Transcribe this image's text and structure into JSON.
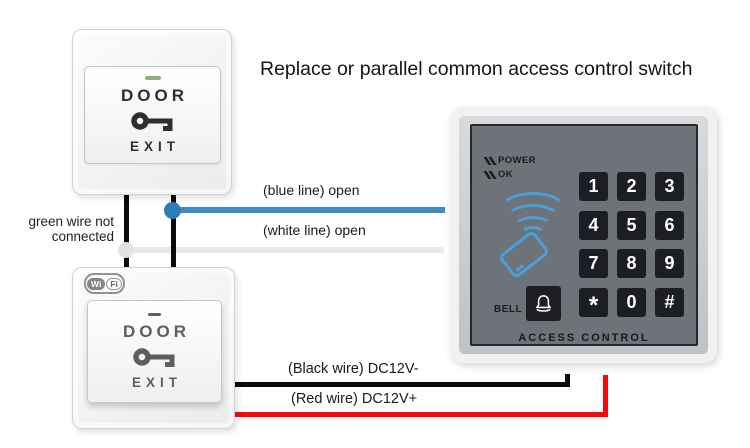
{
  "title": "Replace or parallel common access control switch",
  "wire_labels": {
    "blue": "(blue line) open",
    "white": "(white line) open",
    "black": "(Black wire) DC12V-",
    "red": "(Red wire) DC12V+",
    "green_note_line1": "green wire not",
    "green_note_line2": "connected"
  },
  "exit_switch_top": {
    "door_label": "DOOR",
    "exit_label": "EXIT"
  },
  "exit_switch_bottom": {
    "badge_wi": "Wi",
    "badge_fi": "Fi",
    "door_label": "DOOR",
    "exit_label": "EXIT"
  },
  "keypad": {
    "power_label": "POWER",
    "ok_label": "OK",
    "bell_label": "BELL",
    "footer_label": "ACCESS CONTROL",
    "keys": [
      "1",
      "2",
      "3",
      "4",
      "5",
      "6",
      "7",
      "8",
      "9",
      "*",
      "0",
      "#"
    ]
  },
  "colors": {
    "wire_blue": "#3a8cc3",
    "wire_white": "#e8e9e9",
    "wire_black": "#0b0b0b",
    "wire_red": "#f50a0a",
    "rfid_blue": "#49a0da",
    "keypad_panel_gray": "#6e737a",
    "key_button_black": "#1c1e22",
    "indicator_green": "#94ad7e"
  }
}
